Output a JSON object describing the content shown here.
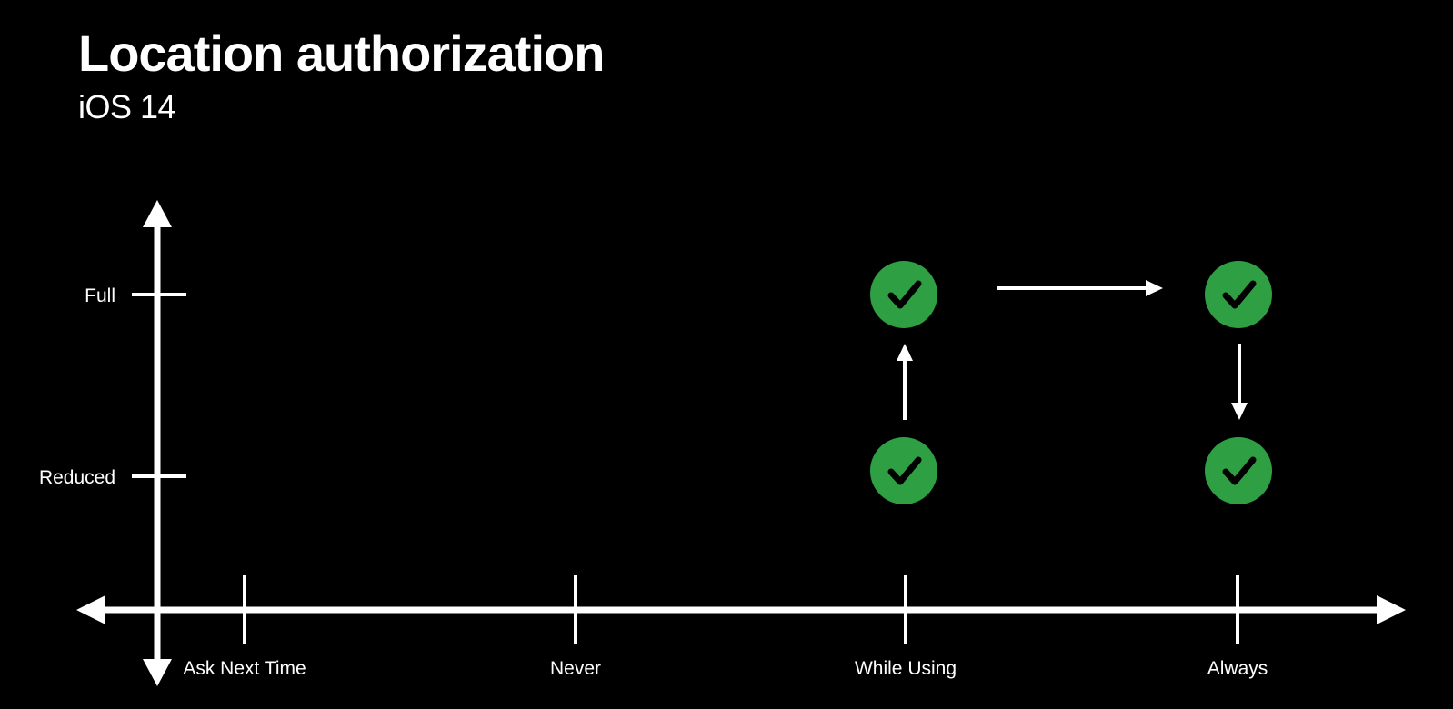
{
  "title": "Location authorization",
  "subtitle": "iOS 14",
  "y_axis": {
    "ticks": [
      "Full",
      "Reduced"
    ]
  },
  "x_axis": {
    "ticks": [
      "Ask Next Time",
      "Never",
      "While Using",
      "Always"
    ]
  },
  "nodes": [
    {
      "column": "While Using",
      "row": "Full",
      "icon": "checkmark-circle-icon"
    },
    {
      "column": "While Using",
      "row": "Reduced",
      "icon": "checkmark-circle-icon"
    },
    {
      "column": "Always",
      "row": "Full",
      "icon": "checkmark-circle-icon"
    },
    {
      "column": "Always",
      "row": "Reduced",
      "icon": "checkmark-circle-icon"
    }
  ],
  "transitions": [
    {
      "from": "While Using / Reduced",
      "to": "While Using / Full"
    },
    {
      "from": "While Using / Full",
      "to": "Always / Full"
    },
    {
      "from": "Always / Full",
      "to": "Always / Reduced"
    }
  ],
  "colors": {
    "background": "#000000",
    "foreground": "#ffffff",
    "check_green": "#2ea043"
  }
}
